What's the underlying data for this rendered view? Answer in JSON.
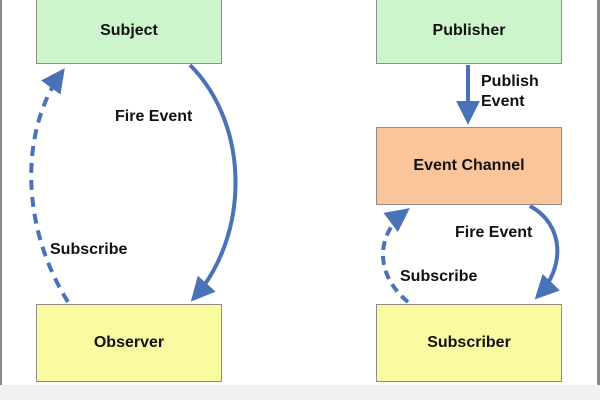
{
  "diagram": {
    "observer_pattern": {
      "subject": "Subject",
      "observer": "Observer",
      "fire_event": "Fire Event",
      "subscribe": "Subscribe"
    },
    "pubsub_pattern": {
      "publisher": "Publisher",
      "publish_event_line1": "Publish",
      "publish_event_line2": "Event",
      "event_channel": "Event Channel",
      "subscriber": "Subscriber",
      "fire_event": "Fire Event",
      "subscribe": "Subscribe"
    }
  },
  "colors": {
    "subject_fill": "#ccf5cc",
    "observer_fill": "#fafaa0",
    "event_channel_fill": "#fbc59c",
    "arrow": "#4a72b8",
    "box_border": "#8c8c8c"
  }
}
